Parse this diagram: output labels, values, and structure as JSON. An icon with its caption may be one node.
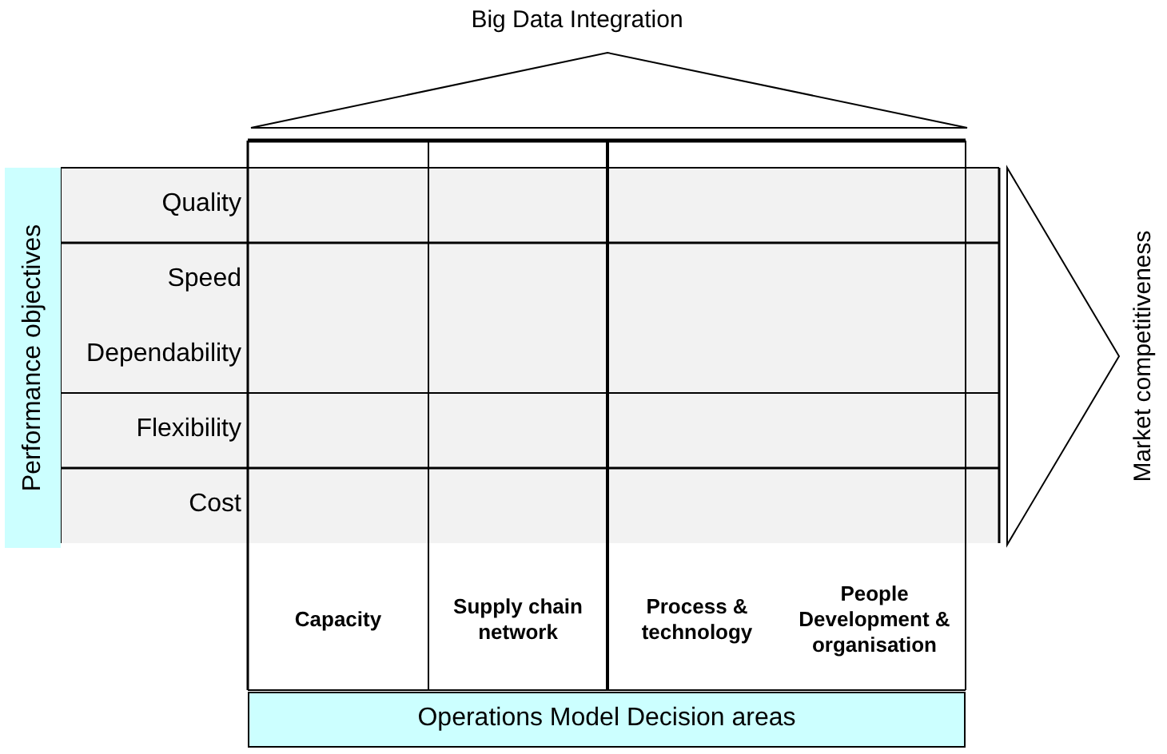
{
  "diagram": {
    "nodes": [
      {
        "text": [
          "Big Data Integration"
        ]
      },
      {
        "text": [
          "Performance objectives"
        ]
      },
      {
        "text": [
          "Quality"
        ]
      },
      {
        "text": [
          "Speed",
          "Dependability"
        ]
      },
      {
        "text": [
          "Flexibility"
        ]
      },
      {
        "text": [
          "Cost"
        ]
      },
      {
        "text": [
          "Capacity"
        ]
      },
      {
        "text": [
          "Supply chain network"
        ]
      },
      {
        "text": [
          "Process & technology"
        ]
      },
      {
        "text": [
          "People Development & organisation"
        ]
      },
      {
        "text": [
          "Operations Model Decision areas"
        ]
      },
      {
        "text": [
          "Market competitiveness"
        ]
      }
    ],
    "edges": []
  }
}
